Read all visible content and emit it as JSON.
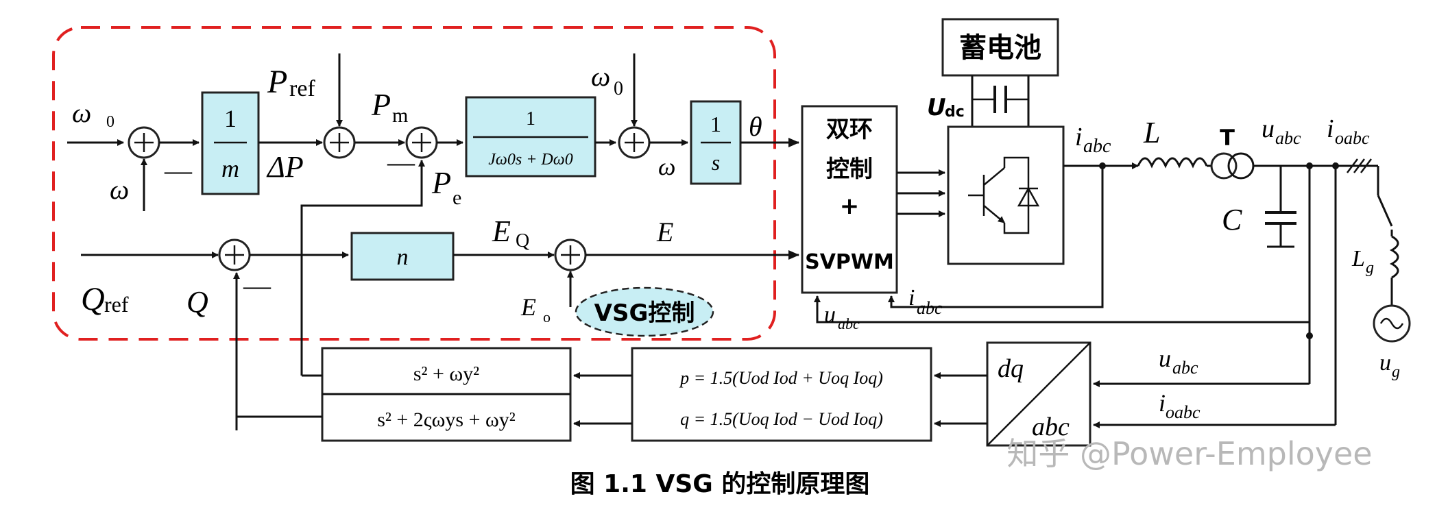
{
  "colors": {
    "block_fill": "#c8eef4",
    "dashed_frame": "#e02020",
    "line": "#111111",
    "watermark": "#b8b8b8"
  },
  "labels": {
    "omega0": "ω",
    "omega0_sub": "0",
    "omega": "ω",
    "minus": "—",
    "one_over_m_num": "1",
    "one_over_m_den": "m",
    "delta_p": "ΔP",
    "p_ref": "P",
    "p_ref_sub": "ref",
    "p_m": "P",
    "p_m_sub": "m",
    "p_e": "P",
    "p_e_sub": "e",
    "swing_num": "1",
    "swing_den": "Jω0s + Dω0",
    "omega0_b": "ω",
    "omega0_b_sub": "0",
    "omega_b": "ω",
    "int_num": "1",
    "int_den": "s",
    "theta": "θ",
    "q_ref": "Q",
    "q_ref_sub": "ref",
    "q": "Q",
    "n_block": "n",
    "e_q": "E",
    "e_q_sub": "Q",
    "e": "E",
    "e0": "E",
    "e0_sub": "o",
    "vsg_control": "VSG控制",
    "dual_loop_1": "双环",
    "dual_loop_2": "控制",
    "dual_loop_3": "+",
    "dual_loop_4": "SVPWM",
    "u_abc_fb": "u",
    "u_abc_fb_sub": "abc",
    "i_abc_fb": "i",
    "i_abc_fb_sub": "abc",
    "battery": "蓄电池",
    "u_dc": "U",
    "u_dc_sub": "dc",
    "i_abc": "i",
    "i_abc_sub": "abc",
    "inductor_l": "L",
    "transformer_t": "T",
    "u_abc": "u",
    "u_abc_sub": "abc",
    "io_abc": "i",
    "io_abc_sub": "oabc",
    "capacitor_c": "C",
    "l_g": "L",
    "l_g_sub": "g",
    "u_g": "u",
    "u_g_sub": "g",
    "filter_num": "s² + ωy²",
    "filter_den": "s² + 2ςωys + ωy²",
    "power_p": "p = 1.5(Uod Iod + Uoq Ioq)",
    "power_q": "q = 1.5(Uoq Iod − Uod Ioq)",
    "dq": "dq",
    "abc": "abc",
    "u_abc_in": "u",
    "u_abc_in_sub": "abc",
    "io_abc_in": "i",
    "io_abc_in_sub": "oabc"
  },
  "caption": "图 1.1 VSG 的控制原理图",
  "watermark": "知乎 @Power-Employee"
}
